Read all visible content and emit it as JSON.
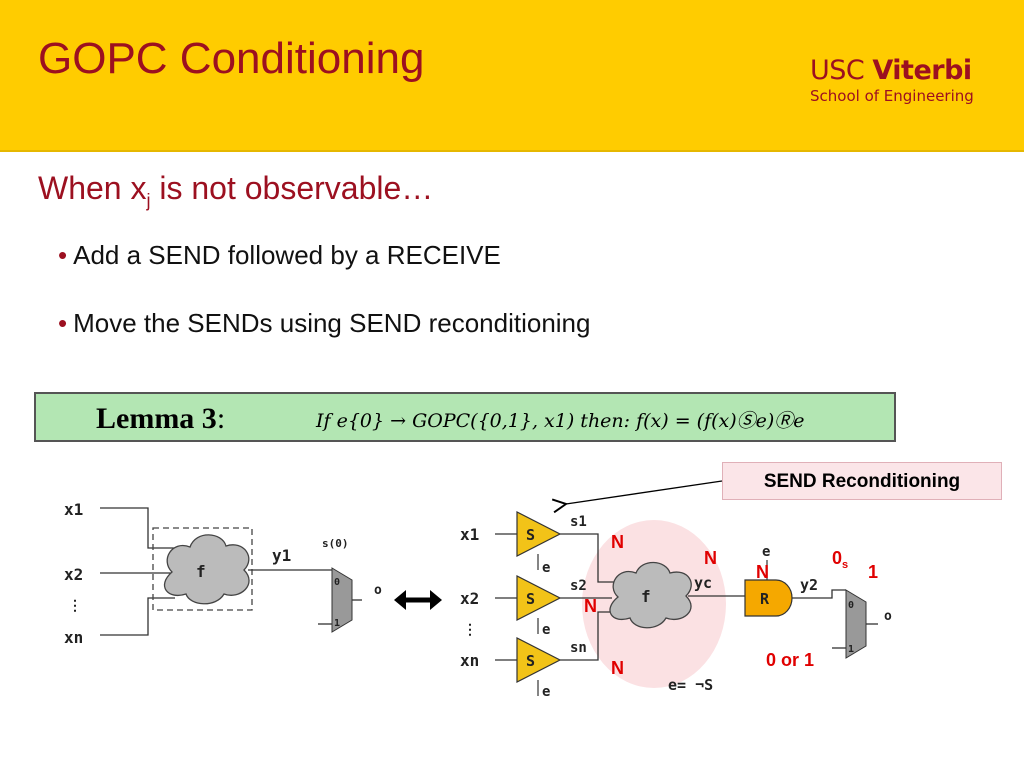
{
  "header": {
    "title": "GOPC Conditioning",
    "logo_usc": "USC",
    "logo_viterbi": "Viterbi",
    "logo_school": "School of Engineering"
  },
  "subtitle": {
    "prefix": "When x",
    "sub": "j",
    "suffix": " is not observable…"
  },
  "bullets": [
    {
      "text": "Add a SEND followed by a RECEIVE"
    },
    {
      "text": "Move the SENDs using SEND reconditioning"
    }
  ],
  "lemma": {
    "label": "Lemma 3",
    "colon": ":",
    "equation": "If e{0} → GOPC({0,1}, x1) then: f(x) = (f(x)Ⓢe)Ⓡe"
  },
  "callout": "SEND Reconditioning",
  "left_diagram": {
    "x1": "x1",
    "x2": "x2",
    "xn": "xn",
    "dots": "⋮",
    "f": "f",
    "y1": "y1",
    "s0": "s(0)",
    "mux0": "0",
    "mux1": "1",
    "out": "o"
  },
  "right_diagram": {
    "x1": "x1",
    "x2": "x2",
    "xn": "xn",
    "dots": "⋮",
    "send": "S",
    "e": "e",
    "s1": "s1",
    "s2": "s2",
    "sn": "sn",
    "f": "f",
    "yc": "yc",
    "receive": "R",
    "y2": "y2",
    "mux0": "0",
    "mux1": "1",
    "out": "o",
    "e_eq": "e= ¬S"
  },
  "annotations": {
    "n": "N",
    "zero_s": "0",
    "zero_s_sub": "s",
    "one": "1",
    "zero_or_one": "0 or 1"
  },
  "colors": {
    "header_bg": "#ffcc00",
    "title": "#9c1020",
    "lemma_bg": "#b3e6b3",
    "send": "#f2c318",
    "receive": "#f5a800",
    "annot": "#e00000",
    "cloud_bg": "#fbe1e3"
  }
}
